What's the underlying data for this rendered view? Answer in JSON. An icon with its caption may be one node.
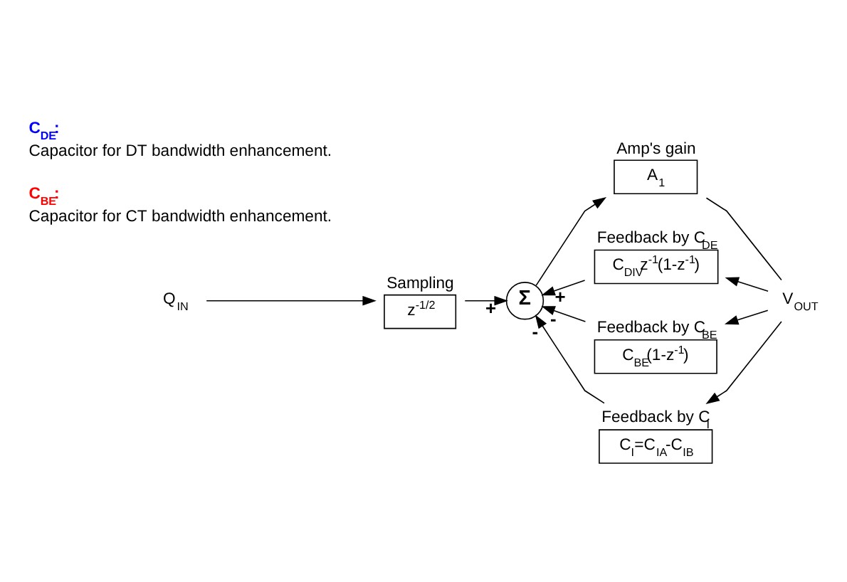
{
  "diagram": {
    "nodes": [
      {
        "text": [
          "Q$_{IN}$"
        ]
      },
      {
        "text": [
          "Sampling",
          "z$^{-1/2}$"
        ]
      },
      {
        "text": [
          "Σ"
        ]
      },
      {
        "text": [
          "Amp's gain",
          "A$_{1}$"
        ]
      },
      {
        "text": [
          "V$_{OUT}$"
        ]
      },
      {
        "text": [
          "Feedback by C$_{DE}$",
          "C$_{DIV}$z$^{-1}$(1-z$^{-1}$)"
        ]
      },
      {
        "text": [
          "Feedback by C$_{BE}$",
          "C$_{BE}$(1-z$^{-1}$)"
        ]
      },
      {
        "text": [
          "Feedback by C$_{I}$",
          "C$_{I}$=C$_{IA}$-C$_{IB}$"
        ]
      }
    ],
    "edges": [
      {
        "from": 0,
        "to": 1,
        "arrow": "to"
      },
      {
        "from": 1,
        "to": 2,
        "arrow": "to",
        "label": "+"
      },
      {
        "from": 2,
        "to": 3,
        "arrow": "to"
      },
      {
        "from": 3,
        "to": 4,
        "arrow": "none"
      },
      {
        "from": 4,
        "to": 5,
        "arrow": "to"
      },
      {
        "from": 4,
        "to": 6,
        "arrow": "to"
      },
      {
        "from": 4,
        "to": 7,
        "arrow": "to"
      },
      {
        "from": 5,
        "to": 2,
        "arrow": "to",
        "label": "+"
      },
      {
        "from": 6,
        "to": 2,
        "arrow": "to",
        "label": "-"
      },
      {
        "from": 7,
        "to": 2,
        "arrow": "to",
        "label": "-"
      }
    ],
    "labels": [
      "C$_{DE}$:",
      "Capacitor for DT bandwidth enhancement.",
      "C$_{BE}$:",
      "Capacitor for CT bandwidth enhancement."
    ]
  }
}
